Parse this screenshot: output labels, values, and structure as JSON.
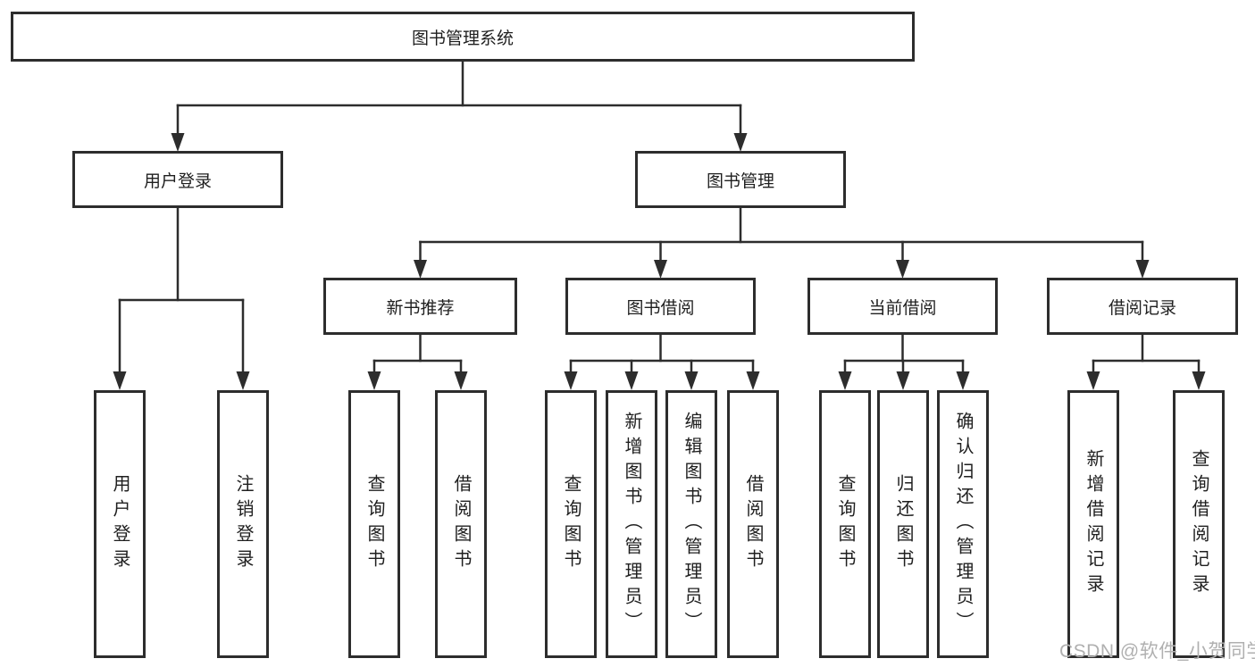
{
  "diagram": {
    "root": {
      "label": "图书管理系统"
    },
    "level2": {
      "user_login": {
        "label": "用户登录"
      },
      "book_management": {
        "label": "图书管理"
      }
    },
    "level3": {
      "new_books": {
        "label": "新书推荐"
      },
      "book_borrowing": {
        "label": "图书借阅"
      },
      "current_borrowing": {
        "label": "当前借阅"
      },
      "borrowing_records": {
        "label": "借阅记录"
      }
    },
    "leaves": {
      "user_login": [
        "用户登录",
        "注销登录"
      ],
      "new_books": [
        "查询图书",
        "借阅图书"
      ],
      "book_borrowing": [
        "查询图书",
        "新增图书（管理员）",
        "编辑图书（管理员）",
        "借阅图书"
      ],
      "current_borrowing": [
        "查询图书",
        "归还图书",
        "确认归还（管理员）"
      ],
      "borrowing_records": [
        "新增借阅记录",
        "查询借阅记录"
      ]
    }
  },
  "watermark": {
    "text": "CSDN @软件_小贺同学"
  },
  "colors": {
    "line": "#2d2d2d",
    "border": "#2d2d2d",
    "text": "#1f1f1f",
    "background": "#ffffff",
    "watermark": "#b0b0b0"
  }
}
